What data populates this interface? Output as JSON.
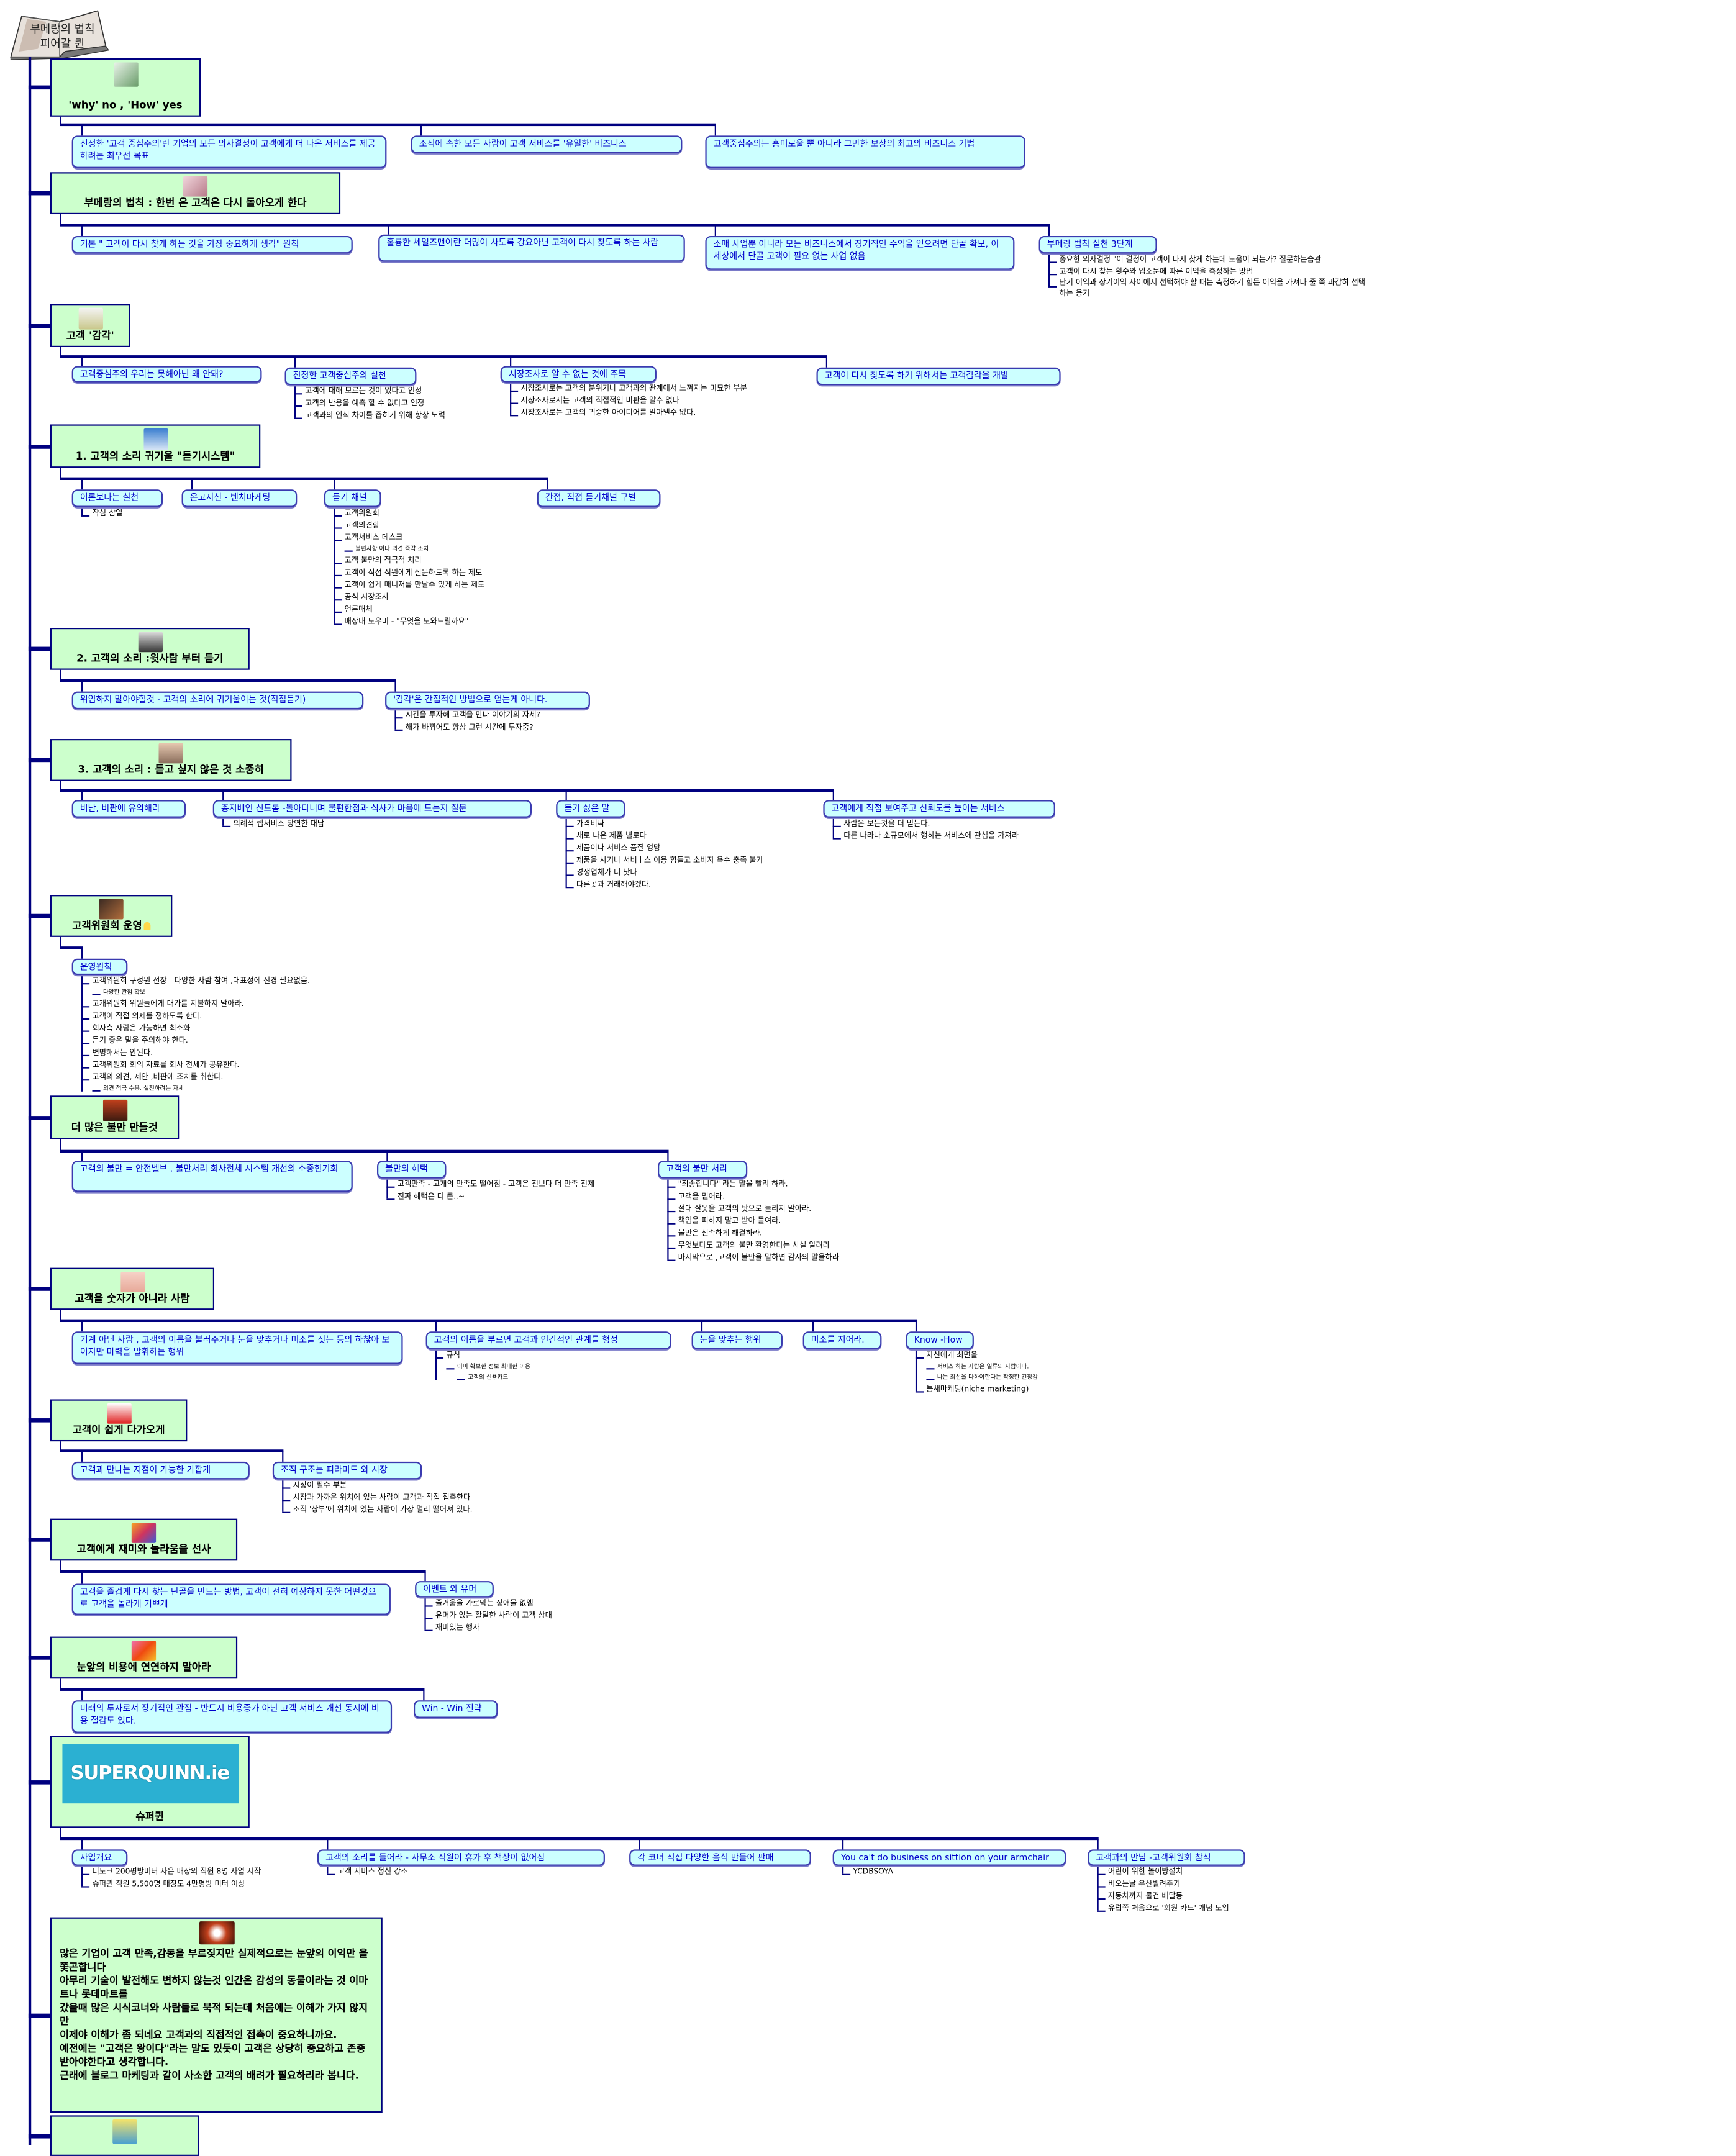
{
  "title": {
    "lines": [
      "부메랑의 법칙",
      "피어갈 퀸"
    ]
  },
  "sections": [
    {
      "topic": "'why' no , 'How' yes",
      "icon": "check-question-image",
      "children": [
        {
          "label": "진정한 '고객 중심주의'란 기업의 모든 의사결정이 고객에게 더 나은 서비스를 제공하려는 최우선 목표",
          "subs": []
        },
        {
          "label": "조직에 속한 모든 사람이 고객 서비스를 '유일한' 비즈니스",
          "subs": []
        },
        {
          "label": "고객중심주의는 흥미로울 뿐 아니라 그만한 보상의 최고의 비즈니스 기법",
          "subs": []
        }
      ]
    },
    {
      "topic": "부메랑의 법칙 : 한번 온 고객은 다시 돌아오게 한다",
      "icon": "check-mark-image",
      "children": [
        {
          "label": "기본 \" 고객이 다시 찾게 하는 것을 가장 중요하게 생각\" 원칙",
          "subs": []
        },
        {
          "label": "훌륭한 세일즈맨이란 더많이 사도록 강요아닌 고객이 다시 찾도록 하는 사람",
          "subs": []
        },
        {
          "label": "소매 사업뿐 아니라 모든 비즈니스에서 장기적인 수익을 얻으려면 단골 확보, 이 세상에서 단골 고객이 필요 없는 사업 없음",
          "subs": []
        },
        {
          "label": "부메랑 법칙 실천 3단계",
          "subs": [
            "중요한 의사결정 \"이 결정이 고객이 다시 찾게 하는데 도움이 되는가? 질문하는습관",
            "고객이 다시 찾는 횟수와 입소문에 따른 이익을 측정하는 방법",
            {
              "text": "단기 이익과 장기이익 사이에서 선택해야 할 때는 측정하기 힘든 이익을 가져다 줄 쪽 과감히 선택하는 용기",
              "wrap": true
            }
          ]
        }
      ]
    },
    {
      "topic": "고객 '감각'",
      "icon": "scissors-image",
      "children": [
        {
          "label": "고객중심주의 우리는 못해아닌 왜 안돼?",
          "subs": []
        },
        {
          "label": "진정한 고객중심주의 실천",
          "subs": [
            "고객에 대해 모르는 것이 있다고 인정",
            "고객의 반응을 예측 할 수 없다고 인정",
            "고객과의 인식 차이를 좁히기 위해 항상 노력"
          ]
        },
        {
          "label": "시장조사로 알 수 없는 것에 주목",
          "subs": [
            "시장조사로는 고객의 분위기나 고객과의 관계에서 느껴지는 미묘한 부분",
            "시장조사로서는 고객의 직접적인 비판을 알수 없다",
            "시장조사로는 고객의 귀중한 아이디어를 알아낼수 없다."
          ]
        },
        {
          "label": "고객이 다시 찾도록 하기 위해서는 고객감각을 개발",
          "subs": []
        }
      ]
    },
    {
      "topic": "1. 고객의 소리 귀기울 \"듣기시스템\"",
      "icon": "baseball-players-image",
      "children": [
        {
          "label": "이론보다는 실천",
          "subs": [
            "작심 삼일"
          ]
        },
        {
          "label": "온고지신 - 벤치마케팅",
          "subs": []
        },
        {
          "label": "듣기 채널",
          "subs": [
            "고객위원회",
            "고객의견함",
            "고객서비스 데스크",
            {
              "text": "불편사항 이나 의견 즉각 조치",
              "level": 2
            },
            "고객 불만의 적극적 처리",
            "고객이 직접 직원에게 질문하도록 하는 제도",
            "고객이 쉽게 매니저를 만날수 있게 하는 제도",
            "공식 시장조사",
            "언론매체",
            "매장내 도우미 - \"무엇을 도와드릴까요\""
          ]
        },
        {
          "label": "간접, 직접 듣기채널 구별",
          "subs": []
        }
      ]
    },
    {
      "topic": "2. 고객의 소리 :윗사람 부터 듣기",
      "icon": "man-portrait-image",
      "children": [
        {
          "label": "위임하지 말아야할것 - 고객의 소리에 귀기울이는 것(직접듣기)",
          "subs": []
        },
        {
          "label": "'감각'은 간접적인 방법으로 얻는게 아니다.",
          "subs": [
            "시간을 투자해 고객을 만나 이야기의 자세?",
            "해가 바뀌어도 항상 그런 시간에 투자중?"
          ]
        }
      ]
    },
    {
      "topic": "3. 고객의 소리 : 듣고 싶지 않은 것 소중히",
      "icon": "man-glasses-image",
      "children": [
        {
          "label": "비난, 비판에 유의해라",
          "subs": []
        },
        {
          "label": "총지배인 신드롬 -돌아다니며 불편한점과 식사가 마음에 드는지 질문",
          "subs": [
            "의례적 립서비스 당연한 대답"
          ]
        },
        {
          "label": "듣기 싫은 말",
          "subs": [
            "가격비싸",
            "새로 나온 제품 별로다",
            "제품이나 서비스 품질 엉망",
            "제품을 사거나 서비ㅣ스 이용 힘들고 소비자 욕수 충족 불가",
            "경쟁업체가 더 낫다",
            "다른곳과 거래해야겠다."
          ]
        },
        {
          "label": "고객에게 직접 보여주고 신뢰도를 높이는 서비스",
          "subs": [
            "사람은 보는것을 더 믿는다.",
            "다른 나라나 소규모에서 행하는 서비스에 관심을 가져라"
          ]
        }
      ]
    },
    {
      "topic": "고객위원회 운영",
      "icon": "meeting-image",
      "badge": "lightbulb-icon",
      "children": [
        {
          "label": "운영원칙",
          "subs": [
            "고객위원회 구성원 선장 - 다양한 사람 참여 ,대표성에 신경 필요없음.",
            {
              "text": "다양한 관점 확보",
              "level": 2
            },
            "고개위원회 위원들에게 대가를 지불하지 말아라.",
            "고객이 직접 의제를 정하도록 한다.",
            "회사측 사람은 가능하면 최소화",
            "듣기 좋은 말을 주의해야 한다.",
            "변명해서는 안된다.",
            "고객위원회 회의 자료를 회사 전체가 공유한다.",
            "고객의 의견, 제안 ,비판에 조치를 취한다.",
            {
              "text": "의견 적극 수용. 실천하려는 자세",
              "level": 2
            }
          ]
        }
      ]
    },
    {
      "topic": "더 많은 불만 만들것",
      "icon": "flame-image",
      "children": [
        {
          "label": "고객의 불만 = 안전벨브 , 불만처리 회사전체 시스템 개선의 소중한기회",
          "subs": []
        },
        {
          "label": "불만의 혜택",
          "subs": [
            "고객만족 - 고개의 만족도 떨어짐 - 고객은 전보다 더 만족 전제",
            "진짜 혜택은 더 큰..~"
          ]
        },
        {
          "label": "고객의 불만 처리",
          "subs": [
            "\"죄송합니다\" 라는 말을 빨리 하라.",
            "고객을 믿어라.",
            "절대 잘못을 고객의 탓으로 돌리지 말아라.",
            "책임을 피하지 말고 받아 들여라.",
            "불만은 신속하게 해결하라.",
            "무엇보다도 고객의 불만 환영한다는 사실 알려라",
            "마지막으로 ,고객이 불만을 말하면 감사의 말을하라"
          ]
        }
      ]
    },
    {
      "topic": "고객을 숫자가 아니라 사람",
      "icon": "hands-image",
      "children": [
        {
          "label": "기계 아닌 사람 , 고객의 이름을 불러주거나 눈을 맞추거나 미소를 짓는 등의 하찮아 보이지만 마력을 발휘하는 행위",
          "subs": []
        },
        {
          "label": "고객의 이름을 부르면 고객과 인간적인 관계를 형성",
          "subs": [
            "규칙",
            {
              "text": "이미 확보한 정보 최대한 이용",
              "level": 2
            },
            {
              "text": "고객의 신용카드",
              "level": 3
            }
          ]
        },
        {
          "label": "눈을 맞추는 행위",
          "subs": []
        },
        {
          "label": "미소를 지어라.",
          "subs": []
        },
        {
          "label": "Know -How",
          "subs": [
            "자신에게 최면을",
            {
              "text": "서비스 하는 사람은 일류의 사람이다.",
              "level": 2
            },
            {
              "text": "나는 최선을 다하야한다는 작정한 긴장감",
              "level": 2
            },
            "틈새마케팅(niche marketing)"
          ]
        }
      ]
    },
    {
      "topic": "고객이 쉽게 다가오게",
      "icon": "heart-person-image",
      "children": [
        {
          "label": "고객과 만나는 지점이 가능한 가깝게",
          "subs": []
        },
        {
          "label": "조직 구조는 피라미드 와 시장",
          "subs": [
            "시장이 필수 부분",
            "시장과 가까운 위치에 있는 사람이 고객과 직접 접촉한다",
            "조직 '상부'에 위치에 있는 사람이 가장 멀리 떨어져 있다."
          ]
        }
      ]
    },
    {
      "topic": "고객에게 재미와 놀라움을 선사",
      "icon": "balloons-image",
      "children": [
        {
          "label": "고객을 즐겁게 다시 찾는 단골을 만드는 방법, 고객이 전혀 예상하지 못한 어떤것으로 고객을 놀라게 기쁘게",
          "subs": []
        },
        {
          "label": "이벤트 와 유머",
          "subs": [
            "즐거움을 가로막는 장애물 없앰",
            "유머가 있는 활달한 사람이 고객 상대",
            "재미있는 행사"
          ]
        }
      ]
    },
    {
      "topic": "눈앞의 비용에 연연하지 말아라",
      "icon": "abstract-image",
      "children": [
        {
          "label": "미래의 투자로서 장기적인 관점 - 반드시 비용증가 아닌 고객 서비스 개선 동시에 비용 절감도 있다.",
          "subs": []
        },
        {
          "label": "Win - Win 전략",
          "subs": []
        }
      ]
    },
    {
      "topic": "슈퍼퀸",
      "icon": "superquinn-logo",
      "logo_text": "SUPERQUINN.ie",
      "children": [
        {
          "label": "사업개요",
          "subs": [
            "더도크 200평방미터 자은 매장의 직원 8명 사업 시작",
            "슈퍼퀸 직원 5,500명 매장도 4만평방 미터 이상"
          ]
        },
        {
          "label": "고객의 소리를 들어라 - 사무소 직원이 휴가 후 책상이 없어짐",
          "subs": [
            "고객 서비스 정신 강조"
          ]
        },
        {
          "label": "각 코너 직접 다양한 음식 만들어 판매",
          "subs": []
        },
        {
          "label": "You ca't do business on sittion on your armchair",
          "subs": [
            "YCDBSOYA"
          ]
        },
        {
          "label": "고객과의 만남 -고객위원회 참석",
          "subs": [
            "어린이 위한 놀이방설치",
            "비오는날 우산빌려주기",
            "자동차까지 물건 배달등",
            "유럽쪽 처음으로 '회원 카드' 개념 도입"
          ]
        }
      ]
    },
    {
      "topic": "많은 기업이 고객 만족,감동을 부르짖지만 실제적으로는 눈앞의 이익만 을 쫓곤합니다\n아무리 기술이 발전해도 변하지 않는것 인간은 감성의 동물이라는 것 이마트나 롯데마트를\n갔을때 많은 시식코너와 사람들로 북적 되는데 처음에는 이해가 가지 않지만\n이제야 이해가 좀 되네요 고객과의 직접적인 접촉이 중요하니까요.\n예전에는 \"고객은 왕이다\"라는 말도 있듯이 고객은 상당히 중요하고 존중받아야한다고 생각합니다.\n근래에 블로그 마케팅과 같이 사소한 고객의 배려가 필요하리라 봅니다.",
      "icon": "lightbulb-hand-image",
      "children": []
    },
    {
      "topic": "",
      "icon": "computer-image",
      "children": []
    }
  ]
}
